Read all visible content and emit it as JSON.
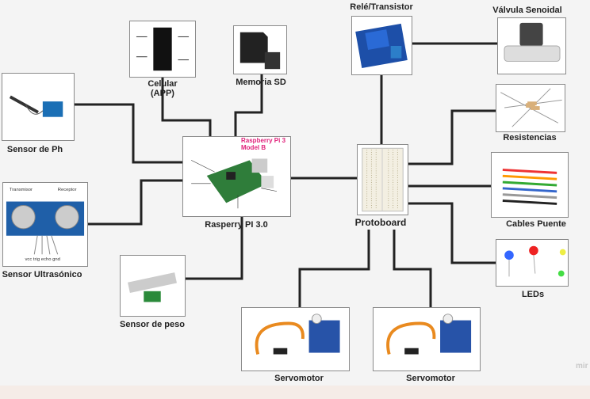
{
  "nodes": {
    "celular": {
      "label": "Celular",
      "sub": "(APP)"
    },
    "memoria": {
      "label": "Memoria SD"
    },
    "rele": {
      "label": "Relé/Transistor"
    },
    "valvula": {
      "label": "Válvula Senoidal"
    },
    "ph": {
      "label": "Sensor de Ph"
    },
    "raspberry": {
      "label": "Rasperry PI 3.0",
      "image_title": "Raspberry Pi 3 Model B"
    },
    "protoboard": {
      "label": "Protoboard"
    },
    "resistencias": {
      "label": "Resistencias"
    },
    "cables": {
      "label": "Cables Puente"
    },
    "leds": {
      "label": "LEDs"
    },
    "ultrasonico": {
      "label": "Sensor Ultrasónico",
      "transmitter": "Transmisor",
      "receiver": "Receptor",
      "pins": "vcc trig echo gnd"
    },
    "peso": {
      "label": "Sensor de peso"
    },
    "servo1": {
      "label": "Servomotor"
    },
    "servo2": {
      "label": "Servomotor"
    }
  },
  "watermark": "mir",
  "colors": {
    "wire": "#222222",
    "border": "#8a8a8a",
    "background": "#f4f4f4"
  }
}
